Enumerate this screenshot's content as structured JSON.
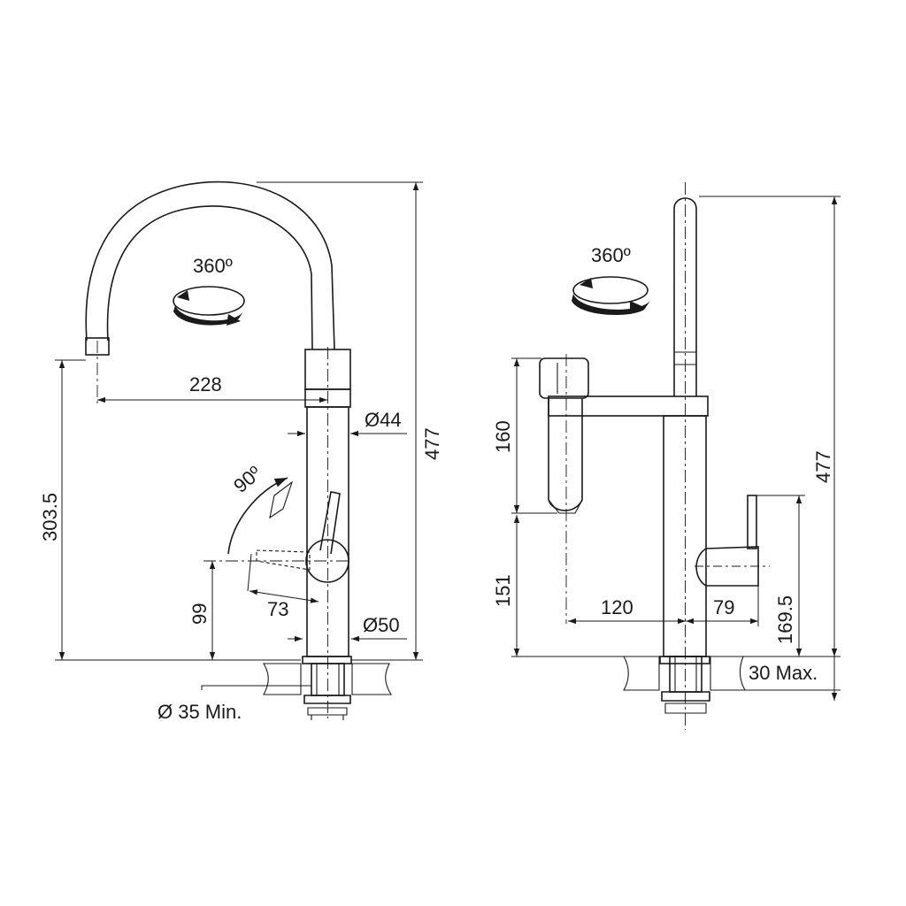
{
  "left_view": {
    "rotation_label": "360º",
    "dim_spout_reach": "228",
    "dim_spout_diameter": "Ø44",
    "dim_spout_height": "303.5",
    "dim_total_height": "477",
    "dim_lever_angle": "90º",
    "dim_lever_length": "73",
    "dim_lever_height": "99",
    "dim_base_diameter": "Ø50",
    "dim_hole_diameter": "Ø 35 Min."
  },
  "right_view": {
    "rotation_label": "360º",
    "dim_head_length": "160",
    "dim_lower_height": "151",
    "dim_head_offset": "120",
    "dim_lever_offset": "79",
    "dim_lever_height": "169.5",
    "dim_total_height": "477",
    "dim_max_thickness": "30 Max."
  }
}
